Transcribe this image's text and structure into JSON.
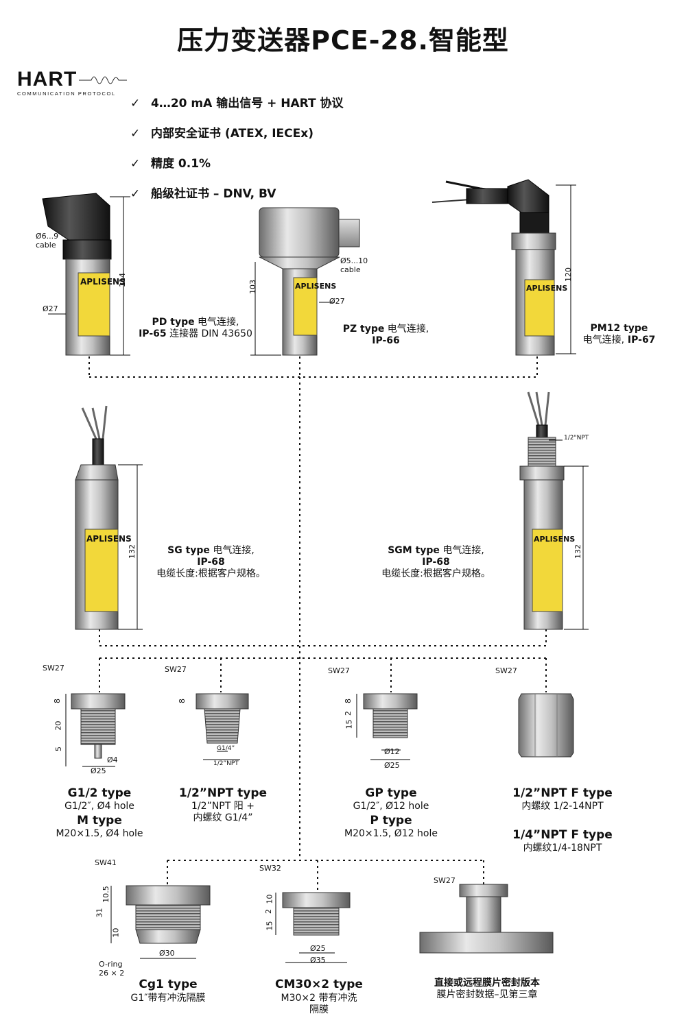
{
  "title": "压力变送器PCE-28.智能型",
  "logo": {
    "word": "HART",
    "sub": "COMMUNICATION PROTOCOL"
  },
  "features": [
    "4…20 mA 输出信号 + HART 协议",
    "内部安全证书 (ATEX, IECEx)",
    "精度 0.1%",
    "船级社证书 – DNV, BV"
  ],
  "check": "✓",
  "brand": "APLISENS",
  "types": {
    "pd": {
      "t1": "PD type",
      "t2": " 电气连接,",
      "t3": "IP-65",
      "t4": " 连接器 DIN 43650",
      "cable": "Ø6...9",
      "cable2": "cable",
      "dia": "Ø27",
      "dim": "114"
    },
    "pz": {
      "t1": "PZ type",
      "t2": " 电气连接,",
      "t3": "IP-66",
      "cable": "Ø5...10",
      "cable2": "cable",
      "dia": "Ø27",
      "dim": "103"
    },
    "pm12": {
      "t1": "PM12 type",
      "t2": "电气连接,",
      "t3": " IP-67",
      "dim": "120"
    },
    "sg": {
      "t1": "SG type",
      "t2": " 电气连接,",
      "t3": "IP-68",
      "t4": "电缆长度:根据客户规格。",
      "dim": "132"
    },
    "sgm": {
      "t1": "SGM type",
      "t2": " 电气连接,",
      "t3": "IP-68",
      "t4": "电缆长度:根据客户规格。",
      "dim": "132",
      "npt": "1/2\"NPT"
    }
  },
  "fittings": {
    "g12": {
      "name": "G1/2 type",
      "desc": "G1/2″, Ø4 hole",
      "name2": "M type",
      "desc2": "M20×1.5, Ø4 hole",
      "sw": "SW27",
      "d1": "8",
      "d2": "20",
      "d3": "5",
      "dia1": "Ø4",
      "dia2": "Ø25"
    },
    "npt": {
      "name": "1/2”NPT type",
      "desc": "1/2”NPT 阳 +",
      "desc2": "内螺纹 G1/4”",
      "sw": "SW27",
      "d1": "8",
      "g": "G1/4”",
      "n": "1/2”NPT"
    },
    "gp": {
      "name": "GP type",
      "desc": "G1/2″, Ø12 hole",
      "name2": "P type",
      "desc2": "M20×1.5, Ø12 hole",
      "sw": "SW27",
      "d1": "8",
      "d2": "2",
      "d3": "15",
      "dia1": "Ø12",
      "dia2": "Ø25"
    },
    "nptf": {
      "name": "1/2”NPT F type",
      "desc": "内螺纹 1/2-14NPT",
      "name2": "1/4”NPT F type",
      "desc2": "内螺纹1/4-18NPT",
      "sw": "SW27"
    },
    "cg1": {
      "name": "Cg1 type",
      "desc": "G1″带有冲洗隔膜",
      "sw": "SW41",
      "d1": "10.5",
      "d2": "31",
      "d3": "10",
      "dia": "Ø30",
      "oring": "O-ring",
      "oring2": "26 × 2"
    },
    "cm30": {
      "name": "CM30×2 type",
      "desc": "M30×2 带有冲洗",
      "desc2": "隔膜",
      "sw": "SW32",
      "d1": "10",
      "d2": "2",
      "d3": "15",
      "dia1": "Ø25",
      "dia2": "Ø35"
    },
    "seal": {
      "name": "直接或远程膜片密封版本",
      "desc": "膜片密封数据–见第三章",
      "sw": "SW27"
    }
  }
}
